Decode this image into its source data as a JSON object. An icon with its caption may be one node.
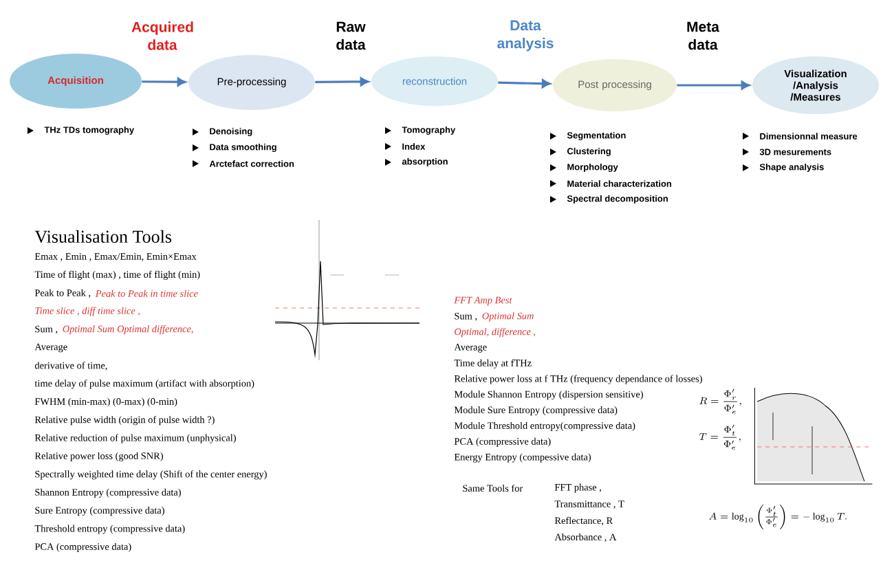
{
  "diagram": {
    "nodes": [
      {
        "text": [
          "Acquisition"
        ],
        "beside": [
          "THz TDs tomography"
        ]
      },
      {
        "text": [
          "Pre-processing"
        ],
        "beside": [
          "Denoising",
          "Data smoothing",
          "Arctefact correction"
        ]
      },
      {
        "text": [
          "reconstruction"
        ],
        "beside": [
          "Tomography",
          "Index",
          "absorption"
        ]
      },
      {
        "text": [
          "Post processing"
        ],
        "beside": [
          "Segmentation",
          "Clustering",
          "Morphology",
          "Material characterization",
          "Spectral decomposition"
        ]
      },
      {
        "text": [
          "Visualization /Analysis /Measures"
        ],
        "beside": [
          "Dimensionnal measure",
          "3D mesurements",
          "Shape analysis"
        ]
      }
    ],
    "edges": [
      {
        "from": 0,
        "to": 1,
        "arrow": "to"
      },
      {
        "from": 1,
        "to": 2,
        "arrow": "to"
      },
      {
        "from": 2,
        "to": 3,
        "arrow": "to"
      },
      {
        "from": 3,
        "to": 4,
        "arrow": "to"
      }
    ],
    "labels": [
      "Acquired data",
      "Raw data",
      "Data analysis",
      "Meta data",
      "Visualisation Tools",
      "Emax , Emin , Emax/Emin, Emin×Emax",
      "Time of flight (max) , time of flight (min)",
      "Peak to Peak ,",
      "Peak to Peak in time slice",
      "Time slice , diff time slice ,",
      "Sum ,",
      "Optimal Sum Optimal difference,",
      "Average",
      "derivative of time,",
      "time delay of pulse maximum (artifact with absorption)",
      "FWHM (min-max) (0-max) (0-min)",
      "Relative pulse width (origin of pulse width ?)",
      "Relative reduction of pulse maximum (unphysical)",
      "Relative power loss (good SNR)",
      "Spectrally weighted time delay (Shift of the center energy)",
      "Shannon Entropy (compressive data)",
      "Sure Entropy (compressive data)",
      "Threshold entropy (compressive data)",
      "PCA (compressive data)",
      "FFT Amp Best",
      "Sum ,",
      "Optimal Sum",
      "Optimal, difference ,",
      "Average",
      "Time delay at fTHz",
      "Relative power loss at f THz (frequency dependance of losses)",
      "Module Shannon Entropy (dispersion sensitive)",
      "Module Sure Entropy (compressive data)",
      "Module Threshold entropy(compressive data)",
      "PCA (compressive data)",
      "Energy Entropy (compessive data)",
      "Same Tools for",
      "FFT phase ,",
      "Transmittance , T",
      "Reflectance, R",
      "Absorbance , A",
      "R = \\frac{\\Phi_r^{\\prime}}{\\Phi_e^{\\prime}},",
      "T = \\frac{\\Phi_t^{\\prime}}{\\Phi_e^{\\prime}},",
      "A = \\log_{10}\\left(\\frac{\\Phi_t^{\\prime}}{\\Phi_e^{\\prime}}\\right) = -\\log_{10} T."
    ]
  }
}
